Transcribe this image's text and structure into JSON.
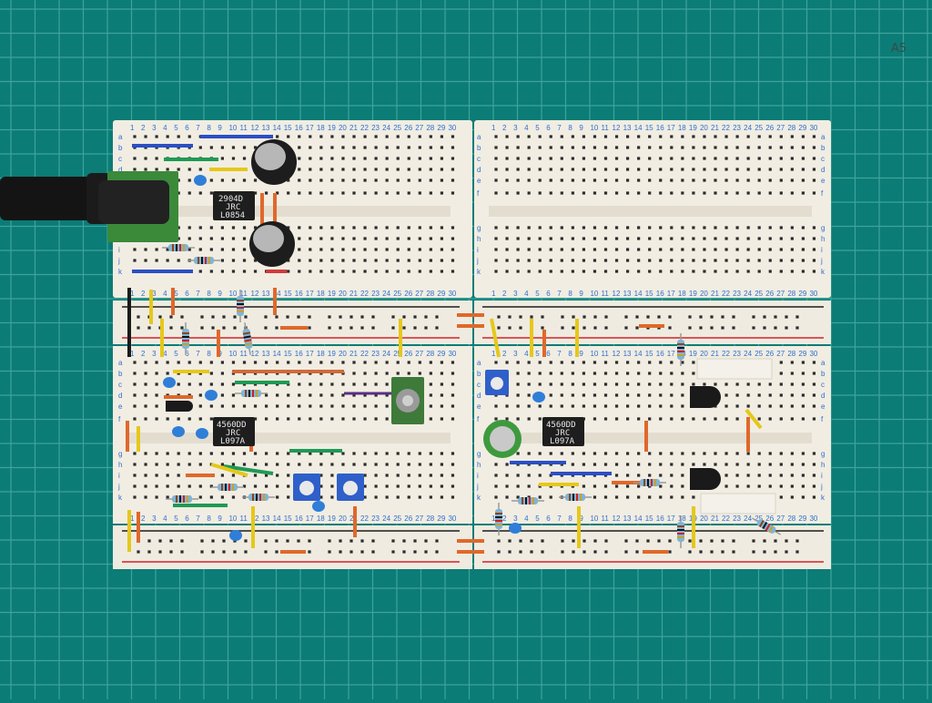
{
  "mat": {
    "corner_label": "A5"
  },
  "breadboard": {
    "column_numbers_left": [
      "1",
      "2",
      "3",
      "4",
      "5",
      "6",
      "7",
      "8",
      "9",
      "10",
      "11",
      "12",
      "13",
      "14",
      "15",
      "16",
      "17",
      "18",
      "19",
      "20",
      "21",
      "22",
      "23",
      "24",
      "25",
      "26",
      "27",
      "28",
      "29",
      "30"
    ],
    "column_numbers_right": [
      "1",
      "2",
      "3",
      "4",
      "5",
      "6",
      "7",
      "8",
      "9",
      "10",
      "11",
      "12",
      "13",
      "14",
      "15",
      "16",
      "17",
      "18",
      "19",
      "20",
      "21",
      "22",
      "23",
      "24",
      "25",
      "26",
      "27",
      "28",
      "29",
      "30"
    ],
    "row_letters_top": [
      "a",
      "b",
      "c",
      "d",
      "e",
      "f",
      "g",
      "h",
      "i",
      "j",
      "k"
    ],
    "row_letters_bottom": [
      "a",
      "b",
      "c",
      "d",
      "e",
      "f",
      "g",
      "h",
      "i",
      "j",
      "k"
    ]
  },
  "chips": [
    {
      "id": "u1",
      "line1": "2904D",
      "line2": "JRC",
      "line3": "L0854"
    },
    {
      "id": "u2",
      "line1": "4560DD",
      "line2": "JRC",
      "line3": "L097A"
    },
    {
      "id": "u3",
      "line1": "4560DD",
      "line2": "JRC",
      "line3": "L097A"
    }
  ],
  "colors": {
    "mat": "#0b7c76",
    "grid": "#3fa39c",
    "board": "#f1ede2",
    "hole": "#2b2b2b",
    "rail_red": "#d2232a",
    "rail_black": "#1c1c1c",
    "digit_blue": "#2f6fd0"
  }
}
